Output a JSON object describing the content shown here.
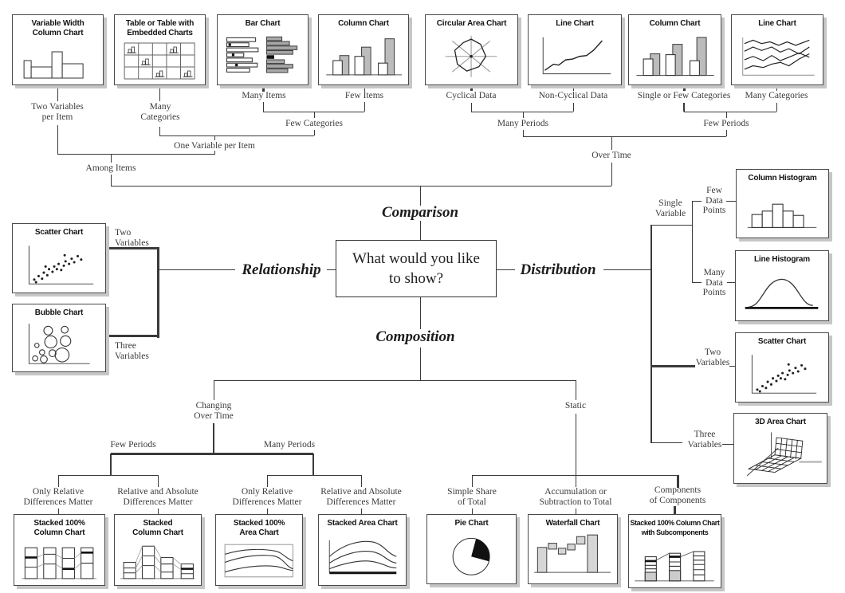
{
  "center": {
    "question": "What would you like to show?",
    "branches": {
      "top": "Comparison",
      "left": "Relationship",
      "right": "Distribution",
      "bottom": "Composition"
    }
  },
  "colors": {
    "ink": "#333333",
    "shadow": "#c6c6c6",
    "bar_gray": "#bcbcbc"
  },
  "charts": {
    "variable_width": {
      "title": "Variable Width\nColumn Chart"
    },
    "table_embedded": {
      "title": "Table or Table with\nEmbedded Charts"
    },
    "bar_chart": {
      "title": "Bar Chart"
    },
    "column_chart_top": {
      "title": "Column Chart"
    },
    "circular_area": {
      "title": "Circular Area Chart"
    },
    "line_chart_top": {
      "title": "Line Chart"
    },
    "column_chart_right": {
      "title": "Column Chart"
    },
    "line_chart_far_right": {
      "title": "Line Chart"
    },
    "scatter_left": {
      "title": "Scatter Chart"
    },
    "bubble": {
      "title": "Bubble Chart"
    },
    "column_histogram": {
      "title": "Column Histogram"
    },
    "line_histogram": {
      "title": "Line Histogram"
    },
    "scatter_right": {
      "title": "Scatter Chart"
    },
    "area_3d": {
      "title": "3D Area Chart"
    },
    "stacked100_column": {
      "title": "Stacked 100%\nColumn Chart"
    },
    "stacked_column": {
      "title": "Stacked\nColumn Chart"
    },
    "stacked100_area": {
      "title": "Stacked 100%\nArea Chart"
    },
    "stacked_area": {
      "title": "Stacked Area Chart"
    },
    "pie": {
      "title": "Pie Chart"
    },
    "waterfall": {
      "title": "Waterfall Chart"
    },
    "stacked100_sub": {
      "title": "Stacked 100% Column Chart\nwith Subcomponents"
    }
  },
  "labels": {
    "two_variables_per_item": "Two Variables\nper Item",
    "many_categories_left": "Many\nCategories",
    "many_items": "Many Items",
    "few_items": "Few Items",
    "few_categories": "Few Categories",
    "one_variable_per_item": "One Variable per Item",
    "among_items": "Among Items",
    "cyclical_data": "Cyclical Data",
    "non_cyclical_data": "Non-Cyclical Data",
    "many_periods_top": "Many Periods",
    "single_or_few_categories": "Single or Few Categories",
    "many_categories_right": "Many Categories",
    "few_periods_top": "Few Periods",
    "over_time": "Over Time",
    "two_variables_left": "Two\nVariables",
    "three_variables_left": "Three\nVariables",
    "single_variable": "Single\nVariable",
    "few_data_points": "Few\nData\nPoints",
    "many_data_points": "Many\nData\nPoints",
    "two_variables_right": "Two\nVariables",
    "three_variables_right": "Three\nVariables",
    "changing_over_time": "Changing\nOver Time",
    "static": "Static",
    "few_periods_bottom": "Few Periods",
    "many_periods_bottom": "Many Periods",
    "only_relative_1": "Only Relative\nDifferences Matter",
    "relative_absolute_1": "Relative and Absolute\nDifferences Matter",
    "only_relative_2": "Only Relative\nDifferences Matter",
    "relative_absolute_2": "Relative and Absolute\nDifferences Matter",
    "simple_share_of_total": "Simple Share\nof Total",
    "accumulation_or_subtraction": "Accumulation or\nSubtraction to Total",
    "components_of_components": "Components\nof Components"
  }
}
